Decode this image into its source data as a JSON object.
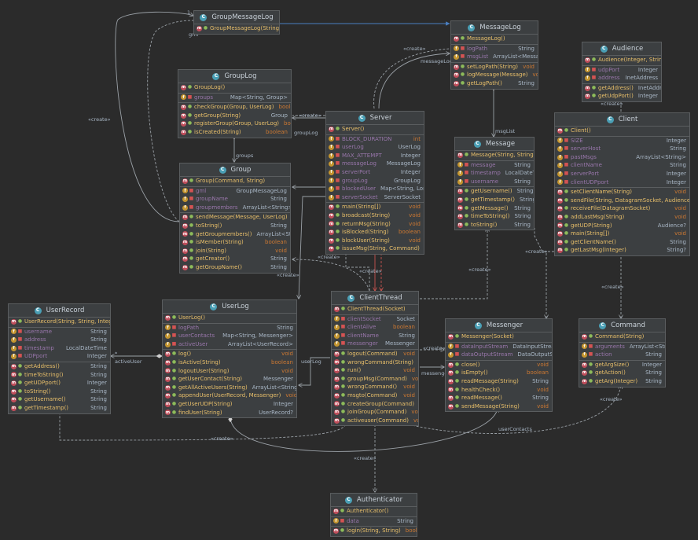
{
  "classes": {
    "groupmessagelog": {
      "name": "GroupMessageLog",
      "fields": [],
      "methods": [
        {
          "name": "GroupMessageLog(String)",
          "type": ""
        }
      ]
    },
    "messagelog": {
      "name": "MessageLog",
      "fields": [
        {
          "name": "logPath",
          "type": "String"
        },
        {
          "name": "msgList",
          "type": "ArrayList<Message>"
        }
      ],
      "methods": [
        {
          "name": "MessageLog()",
          "type": ""
        },
        {
          "name": "setLogPath(String)",
          "type": "void"
        },
        {
          "name": "logMessage(Message)",
          "type": "void"
        },
        {
          "name": "getLogPath()",
          "type": "String"
        }
      ]
    },
    "audience": {
      "name": "Audience",
      "fields": [
        {
          "name": "udpPort",
          "type": "Integer"
        },
        {
          "name": "address",
          "type": "InetAddress"
        }
      ],
      "methods": [
        {
          "name": "Audience(Integer, String)",
          "type": ""
        },
        {
          "name": "getAddress()",
          "type": "InetAddress"
        },
        {
          "name": "getUdpPort()",
          "type": "Integer"
        }
      ]
    },
    "grouplog": {
      "name": "GroupLog",
      "fields": [
        {
          "name": "groups",
          "type": "Map<String, Group>"
        }
      ],
      "methods": [
        {
          "name": "GroupLog()",
          "type": ""
        },
        {
          "name": "checkGroup(Group, UserLog)",
          "type": "boolean"
        },
        {
          "name": "getGroup(String)",
          "type": "Group"
        },
        {
          "name": "registerGroup(Group, UserLog)",
          "type": "boolean"
        },
        {
          "name": "isCreated(String)",
          "type": "boolean"
        }
      ]
    },
    "server": {
      "name": "Server",
      "fields": [
        {
          "name": "BLOCK_DURATION",
          "type": "int"
        },
        {
          "name": "userLog",
          "type": "UserLog"
        },
        {
          "name": "MAX_ATTEMPT",
          "type": "Integer"
        },
        {
          "name": "messageLog",
          "type": "MessageLog"
        },
        {
          "name": "serverPort",
          "type": "Integer"
        },
        {
          "name": "groupLog",
          "type": "GroupLog"
        },
        {
          "name": "blockedUser",
          "type": "Map<String, Long>"
        },
        {
          "name": "serverSocket",
          "type": "ServerSocket"
        }
      ],
      "methods": [
        {
          "name": "Server()",
          "type": ""
        },
        {
          "name": "main(String[])",
          "type": "void"
        },
        {
          "name": "broadcast(String)",
          "type": "void"
        },
        {
          "name": "returnMsg(String)",
          "type": "void"
        },
        {
          "name": "isBlocked(String)",
          "type": "boolean"
        },
        {
          "name": "blockUser(String)",
          "type": "void"
        },
        {
          "name": "issueMsg(String, Command)",
          "type": "void"
        }
      ]
    },
    "message": {
      "name": "Message",
      "fields": [
        {
          "name": "message",
          "type": "String"
        },
        {
          "name": "timestamp",
          "type": "LocalDateTime"
        },
        {
          "name": "username",
          "type": "String"
        }
      ],
      "methods": [
        {
          "name": "Message(String, String)",
          "type": ""
        },
        {
          "name": "getUsername()",
          "type": "String"
        },
        {
          "name": "getTimestamp()",
          "type": "String"
        },
        {
          "name": "getMessage()",
          "type": "String"
        },
        {
          "name": "timeToString()",
          "type": "String"
        },
        {
          "name": "toString()",
          "type": "String"
        }
      ]
    },
    "client": {
      "name": "Client",
      "fields": [
        {
          "name": "SIZE",
          "type": "Integer"
        },
        {
          "name": "serverHost",
          "type": "String"
        },
        {
          "name": "pastMsgs",
          "type": "ArrayList<String>"
        },
        {
          "name": "clientName",
          "type": "String"
        },
        {
          "name": "serverPort",
          "type": "Integer"
        },
        {
          "name": "clientUDPport",
          "type": "Integer"
        }
      ],
      "methods": [
        {
          "name": "Client()",
          "type": ""
        },
        {
          "name": "setClientName(String)",
          "type": "void"
        },
        {
          "name": "sendFile(String, DatagramSocket, Audience)",
          "type": "void"
        },
        {
          "name": "receiveFile(DatagramSocket)",
          "type": "void"
        },
        {
          "name": "addLastMsg(String)",
          "type": "void"
        },
        {
          "name": "getUDP(String)",
          "type": "Audience?"
        },
        {
          "name": "main(String[])",
          "type": "void"
        },
        {
          "name": "getClientName()",
          "type": "String"
        },
        {
          "name": "getLastMsg(Integer)",
          "type": "String?"
        }
      ]
    },
    "group": {
      "name": "Group",
      "fields": [
        {
          "name": "gml",
          "type": "GroupMessageLog"
        },
        {
          "name": "groupName",
          "type": "String"
        },
        {
          "name": "groupmembers",
          "type": "ArrayList<String>"
        }
      ],
      "methods": [
        {
          "name": "Group(Command, String)",
          "type": ""
        },
        {
          "name": "sendMessage(Message, UserLog)",
          "type": "void"
        },
        {
          "name": "toString()",
          "type": "String"
        },
        {
          "name": "getGroupmembers()",
          "type": "ArrayList<String>"
        },
        {
          "name": "isMember(String)",
          "type": "boolean"
        },
        {
          "name": "join(String)",
          "type": "void"
        },
        {
          "name": "getCreator()",
          "type": "String"
        },
        {
          "name": "getGroupName()",
          "type": "String"
        }
      ]
    },
    "userrecord": {
      "name": "UserRecord",
      "fields": [
        {
          "name": "username",
          "type": "String"
        },
        {
          "name": "address",
          "type": "String"
        },
        {
          "name": "timestamp",
          "type": "LocalDateTime"
        },
        {
          "name": "UDPport",
          "type": "Integer"
        }
      ],
      "methods": [
        {
          "name": "UserRecord(String, String, Integer)",
          "type": ""
        },
        {
          "name": "getAddress()",
          "type": "String"
        },
        {
          "name": "timeToString()",
          "type": "String"
        },
        {
          "name": "getUDPport()",
          "type": "Integer"
        },
        {
          "name": "toString()",
          "type": "String"
        },
        {
          "name": "getUsername()",
          "type": "String"
        },
        {
          "name": "getTimestamp()",
          "type": "String"
        }
      ]
    },
    "userlog": {
      "name": "UserLog",
      "fields": [
        {
          "name": "logPath",
          "type": "String"
        },
        {
          "name": "userContacts",
          "type": "Map<String, Messenger>"
        },
        {
          "name": "activeUser",
          "type": "ArrayList<UserRecord>"
        }
      ],
      "methods": [
        {
          "name": "UserLog()",
          "type": ""
        },
        {
          "name": "log()",
          "type": "void"
        },
        {
          "name": "isActive(String)",
          "type": "boolean"
        },
        {
          "name": "logoutUser(String)",
          "type": "void"
        },
        {
          "name": "getUserContact(String)",
          "type": "Messenger"
        },
        {
          "name": "getAllActiveUsers(String)",
          "type": "ArrayList<String>"
        },
        {
          "name": "appendUser(UserRecord, Messenger)",
          "type": "void"
        },
        {
          "name": "getUserUDP(String)",
          "type": "Integer"
        },
        {
          "name": "findUser(String)",
          "type": "UserRecord?"
        }
      ]
    },
    "clientthread": {
      "name": "ClientThread",
      "fields": [
        {
          "name": "clientSocket",
          "type": "Socket"
        },
        {
          "name": "clientAlive",
          "type": "boolean"
        },
        {
          "name": "clientName",
          "type": "String"
        },
        {
          "name": "messenger",
          "type": "Messenger"
        }
      ],
      "methods": [
        {
          "name": "ClientThread(Socket)",
          "type": ""
        },
        {
          "name": "logout(Command)",
          "type": "void"
        },
        {
          "name": "wrongCommand(String)",
          "type": "void"
        },
        {
          "name": "run()",
          "type": "void"
        },
        {
          "name": "groupMsg(Command)",
          "type": "void"
        },
        {
          "name": "wrongCommand()",
          "type": "void"
        },
        {
          "name": "msgto(Command)",
          "type": "void"
        },
        {
          "name": "createGroup(Command)",
          "type": "void"
        },
        {
          "name": "joinGroup(Command)",
          "type": "void"
        },
        {
          "name": "activeuser(Command)",
          "type": "void"
        }
      ]
    },
    "messenger": {
      "name": "Messenger",
      "fields": [
        {
          "name": "dataInputStream",
          "type": "DataInputStream"
        },
        {
          "name": "dataOutputStream",
          "type": "DataOutputStream"
        }
      ],
      "methods": [
        {
          "name": "Messenger(Socket)",
          "type": ""
        },
        {
          "name": "close()",
          "type": "void"
        },
        {
          "name": "isEmpty()",
          "type": "boolean"
        },
        {
          "name": "readMessage(String)",
          "type": "String"
        },
        {
          "name": "healthCheck()",
          "type": "void"
        },
        {
          "name": "readMessage()",
          "type": "String"
        },
        {
          "name": "sendMessage(String)",
          "type": "void"
        }
      ]
    },
    "command": {
      "name": "Command",
      "fields": [
        {
          "name": "arguments",
          "type": "ArrayList<String>"
        },
        {
          "name": "action",
          "type": "String"
        }
      ],
      "methods": [
        {
          "name": "Command(String)",
          "type": ""
        },
        {
          "name": "getArgSize()",
          "type": "Integer"
        },
        {
          "name": "getAction()",
          "type": "String"
        },
        {
          "name": "getArg(Integer)",
          "type": "String"
        }
      ]
    },
    "authenticator": {
      "name": "Authenticator",
      "fields": [
        {
          "name": "data",
          "type": "String"
        }
      ],
      "methods": [
        {
          "name": "Authenticator()",
          "type": ""
        },
        {
          "name": "login(String, String)",
          "type": "boolean"
        }
      ]
    }
  },
  "edge_labels": {
    "create": "«create»",
    "gml": "gml",
    "one": "1",
    "star": "*",
    "messageLog": "messageLog",
    "msgList": "msgList",
    "groupLog": "groupLog",
    "groups": "groups",
    "activeUser": "activeUser",
    "userLog": "userLog",
    "messenger": "messenger",
    "userContacts": "userContacts"
  },
  "colors": {
    "background": "#2b2b2b",
    "class_fill": "#3c3f41",
    "method_icon": "#c04d5a",
    "field_icon": "#c4952f",
    "class_icon": "#4a9fb5",
    "edge": "#9aa0a6",
    "edge_accent": "#4a7fc1",
    "edge_red": "#c75450"
  }
}
